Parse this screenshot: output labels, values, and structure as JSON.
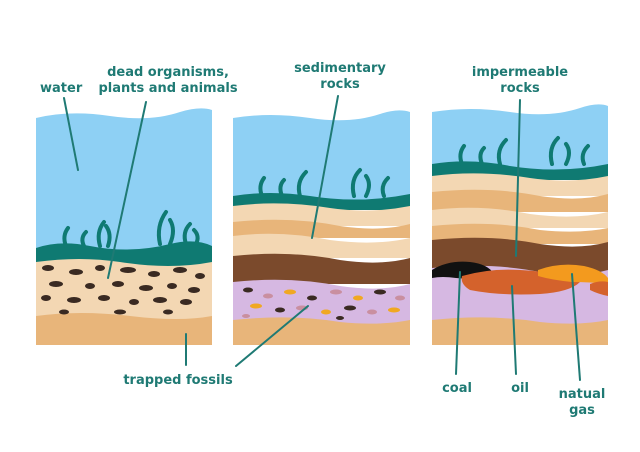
{
  "labels": {
    "water": "water",
    "dead_organisms_line1": "dead organisms,",
    "dead_organisms_line2": "plants and animals",
    "sedimentary_line1": "sedimentary",
    "sedimentary_line2": "rocks",
    "impermeable_line1": "impermeable",
    "impermeable_line2": "rocks",
    "trapped_fossils": "trapped fossils",
    "coal": "coal",
    "oil": "oil",
    "natural_gas_line1": "natual",
    "natural_gas_line2": "gas"
  },
  "colors": {
    "label_text": "#1f7a74",
    "leader_line": "#1f7a74",
    "water": "#8ed0f4",
    "seaweed": "#0f7a72",
    "sand": "#f3d7b3",
    "sand_dark": "#e8b57a",
    "brown_rock": "#7b4a2c",
    "purple_layer": "#d6b8e2",
    "fossil_dark": "#3a2a22",
    "coal": "#111111",
    "oil": "#d4622c",
    "gas": "#f39a1e"
  }
}
